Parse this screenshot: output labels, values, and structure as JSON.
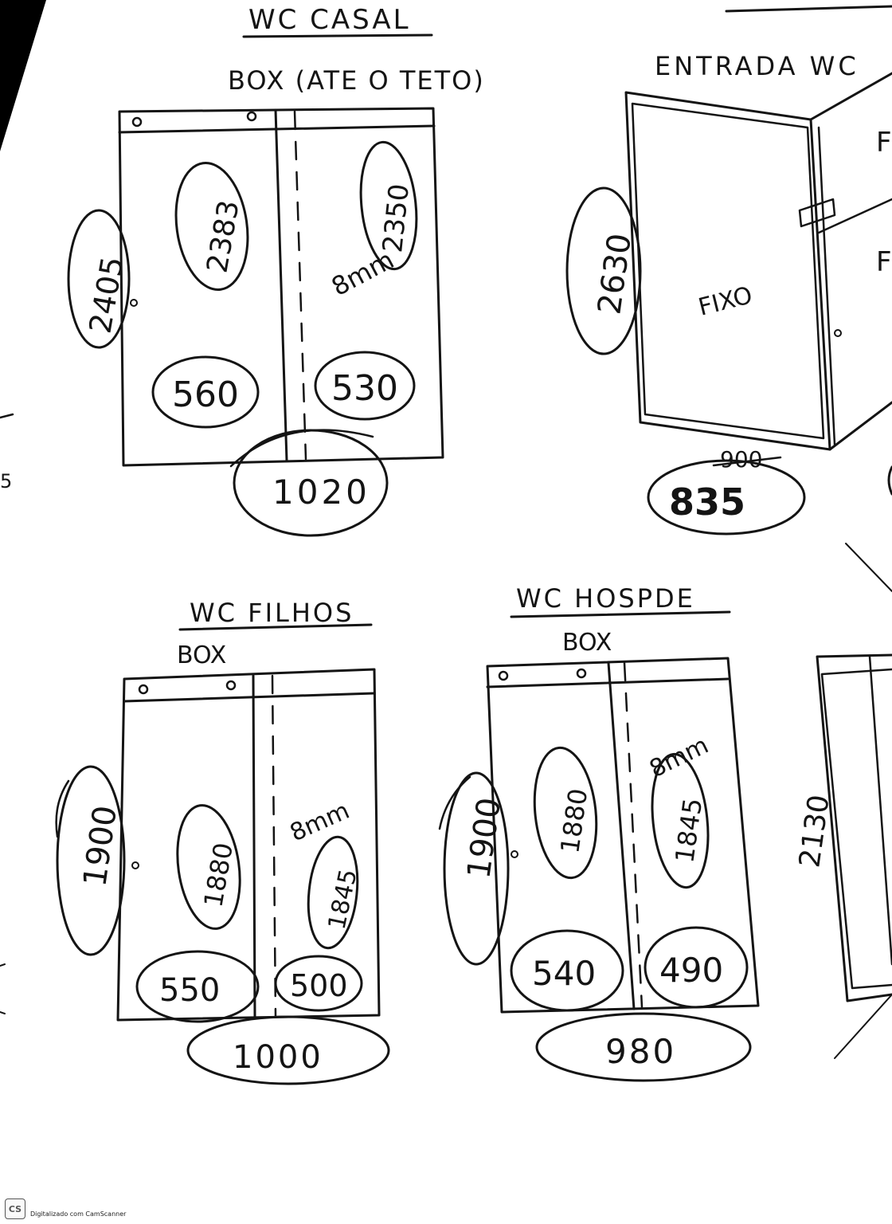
{
  "scanner": {
    "icon_text": "CS",
    "caption": "Digitalizado com CamScanner"
  },
  "wc_casal": {
    "title": "WC CASAL",
    "subtitle": "BOX (ATE O TETO)",
    "height_total": "2405",
    "panel_left_height": "2383",
    "panel_right_height": "2350",
    "glass_thickness": "8mm",
    "panel_left_width": "560",
    "panel_right_width": "530",
    "total_width": "1020"
  },
  "entrada_wc": {
    "title": "ENTRADA WC",
    "height": "2630",
    "note": "FIXO",
    "width_crossed": "900",
    "width": "835"
  },
  "wc_filhos": {
    "title": "WC FILHOS",
    "subtitle": "BOX",
    "height_total": "1900",
    "panel_left_height": "1880",
    "panel_right_height": "1845",
    "glass_thickness": "8mm",
    "panel_left_width": "550",
    "panel_right_width": "500",
    "total_width": "1000"
  },
  "wc_hospede": {
    "title": "WC HOSPDE",
    "subtitle": "BOX",
    "height_total": "1900",
    "panel_left_height": "1880",
    "panel_right_height": "1845",
    "glass_thickness": "8mm",
    "panel_left_width": "540",
    "panel_right_width": "490",
    "total_width": "980"
  },
  "right_edge": {
    "height": "2130",
    "cut_text": "5"
  }
}
